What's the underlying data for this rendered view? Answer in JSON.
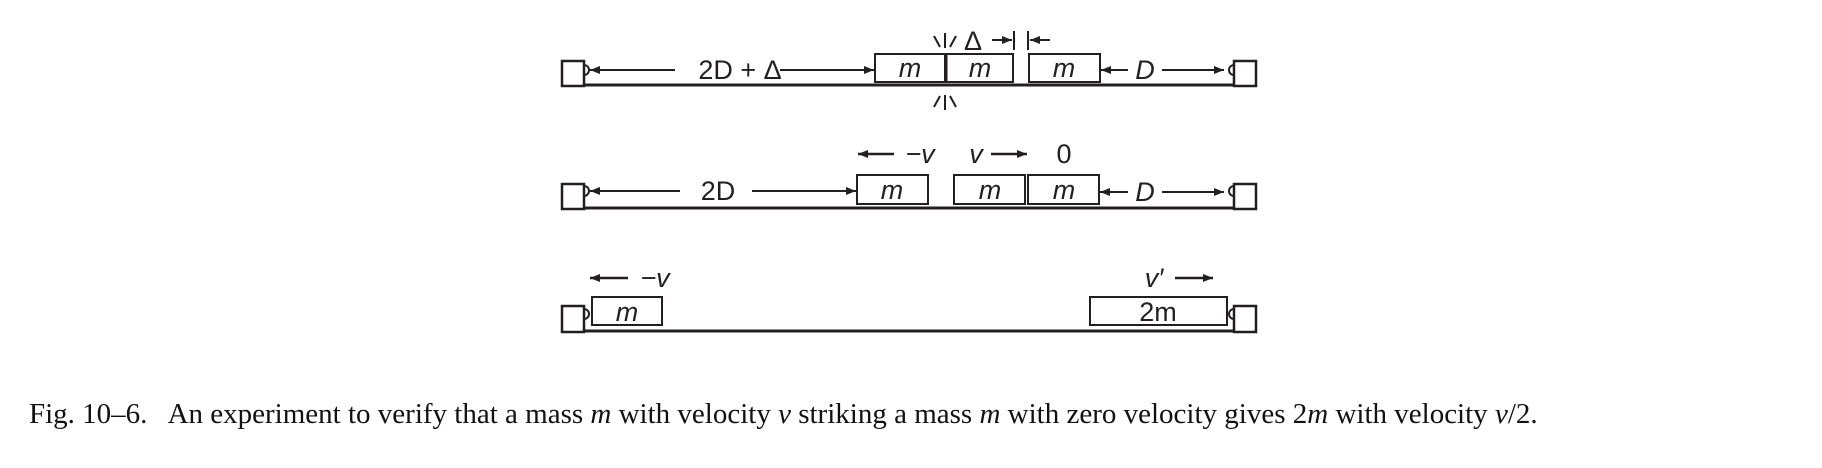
{
  "figure": {
    "rows": [
      {
        "id": "before-collision",
        "span_left_label": "2D + Δ",
        "span_right_label": "D",
        "gap_label": "Δ",
        "blocks": [
          {
            "label": "m"
          },
          {
            "label": "m"
          },
          {
            "label": "m"
          }
        ]
      },
      {
        "id": "after-release",
        "span_left_label": "2D",
        "span_right_label": "D",
        "velocity_labels": [
          "−v",
          "v",
          "0"
        ],
        "blocks": [
          {
            "label": "m"
          },
          {
            "label": "m"
          },
          {
            "label": "m"
          }
        ]
      },
      {
        "id": "final-state",
        "velocity_labels": [
          "−v",
          "v′"
        ],
        "blocks": [
          {
            "label": "m"
          },
          {
            "label": "2m"
          }
        ]
      }
    ],
    "caption": {
      "prefix": "Fig. 10–6.",
      "parts": [
        {
          "t": "An experiment to verify that a mass ",
          "i": false
        },
        {
          "t": "m",
          "i": true
        },
        {
          "t": " with velocity ",
          "i": false
        },
        {
          "t": "v",
          "i": true
        },
        {
          "t": " striking a mass ",
          "i": false
        },
        {
          "t": "m",
          "i": true
        },
        {
          "t": " with zero velocity gives 2",
          "i": false
        },
        {
          "t": "m",
          "i": true
        },
        {
          "t": " with velocity ",
          "i": false
        },
        {
          "t": "v",
          "i": true
        },
        {
          "t": "/2.",
          "i": false
        }
      ]
    }
  }
}
